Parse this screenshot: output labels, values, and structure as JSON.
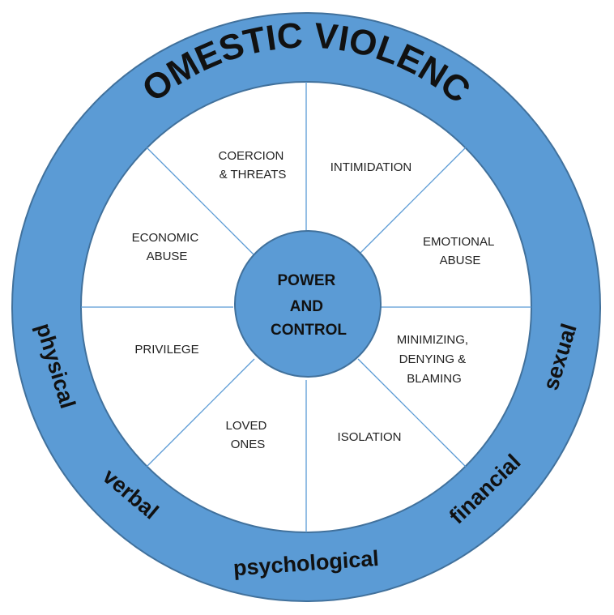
{
  "diagram": {
    "title": "DOMESTIC VIOLENCE",
    "hub": {
      "lines": [
        "POWER",
        "AND",
        "CONTROL"
      ]
    },
    "segments": [
      {
        "id": "coercion",
        "lines": [
          "COERCION",
          "& THREATS"
        ]
      },
      {
        "id": "intimidation",
        "lines": [
          "INTIMIDATION"
        ]
      },
      {
        "id": "emotional",
        "lines": [
          "EMOTIONAL",
          "ABUSE"
        ]
      },
      {
        "id": "minimizing",
        "lines": [
          "MINIMIZING,",
          "DENYING &",
          "BLAMING"
        ]
      },
      {
        "id": "isolation",
        "lines": [
          "ISOLATION"
        ]
      },
      {
        "id": "loved-ones",
        "lines": [
          "LOVED",
          "ONES"
        ]
      },
      {
        "id": "privilege",
        "lines": [
          "PRIVILEGE"
        ]
      },
      {
        "id": "economic",
        "lines": [
          "ECONOMIC",
          "ABUSE"
        ]
      }
    ],
    "ring_words": [
      {
        "id": "physical",
        "text": "physical"
      },
      {
        "id": "verbal",
        "text": "verbal"
      },
      {
        "id": "psychological",
        "text": "psychological"
      },
      {
        "id": "financial",
        "text": "financial"
      },
      {
        "id": "sexual",
        "text": "sexual"
      }
    ],
    "colors": {
      "ring_fill": "#5b9bd5",
      "ring_stroke": "#41719c",
      "inner_fill": "#ffffff",
      "spoke": "#5b9bd5",
      "hub_fill": "#5b9bd5"
    }
  }
}
